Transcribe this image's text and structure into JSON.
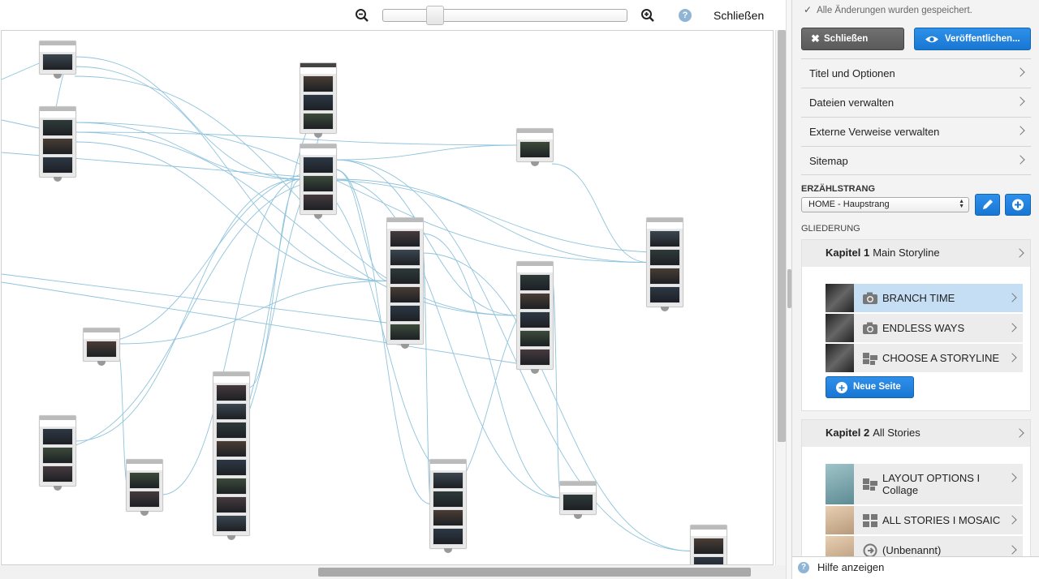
{
  "toolbar": {
    "zoom_out_icon": "zoom-out-icon",
    "zoom_in_icon": "zoom-in-icon",
    "help_label": "?",
    "close_label": "Schließen",
    "zoom_level": 0.22
  },
  "panel": {
    "saved_status": "Alle Änderungen wurden gespeichert.",
    "close_button": "Schließen",
    "publish_button": "Veröffentlichen...",
    "menu": [
      "Titel und Optionen",
      "Dateien verwalten",
      "Externe Verweise verwalten",
      "Sitemap"
    ],
    "storyline_label": "ERZÄHLSTRANG",
    "storyline_value": "HOME - Haupstrang",
    "outline_label": "GLIEDERUNG",
    "chapter1": {
      "num": "Kapitel 1",
      "name": "Main Storyline",
      "pages": [
        "BRANCH TIME",
        "ENDLESS WAYS",
        "CHOOSE A STORYLINE"
      ],
      "new_page": "Neue Seite"
    },
    "chapter2": {
      "num": "Kapitel 2",
      "name": "All Stories",
      "pages": [
        "LAYOUT OPTIONS I Collage",
        "ALL STORIES I MOSAIC",
        "(Unbenannt)"
      ]
    },
    "help": "Hilfe anzeigen"
  },
  "colors": {
    "accent": "#1f82de",
    "edge": "#8fc3dc",
    "selected": "#c6def4"
  }
}
